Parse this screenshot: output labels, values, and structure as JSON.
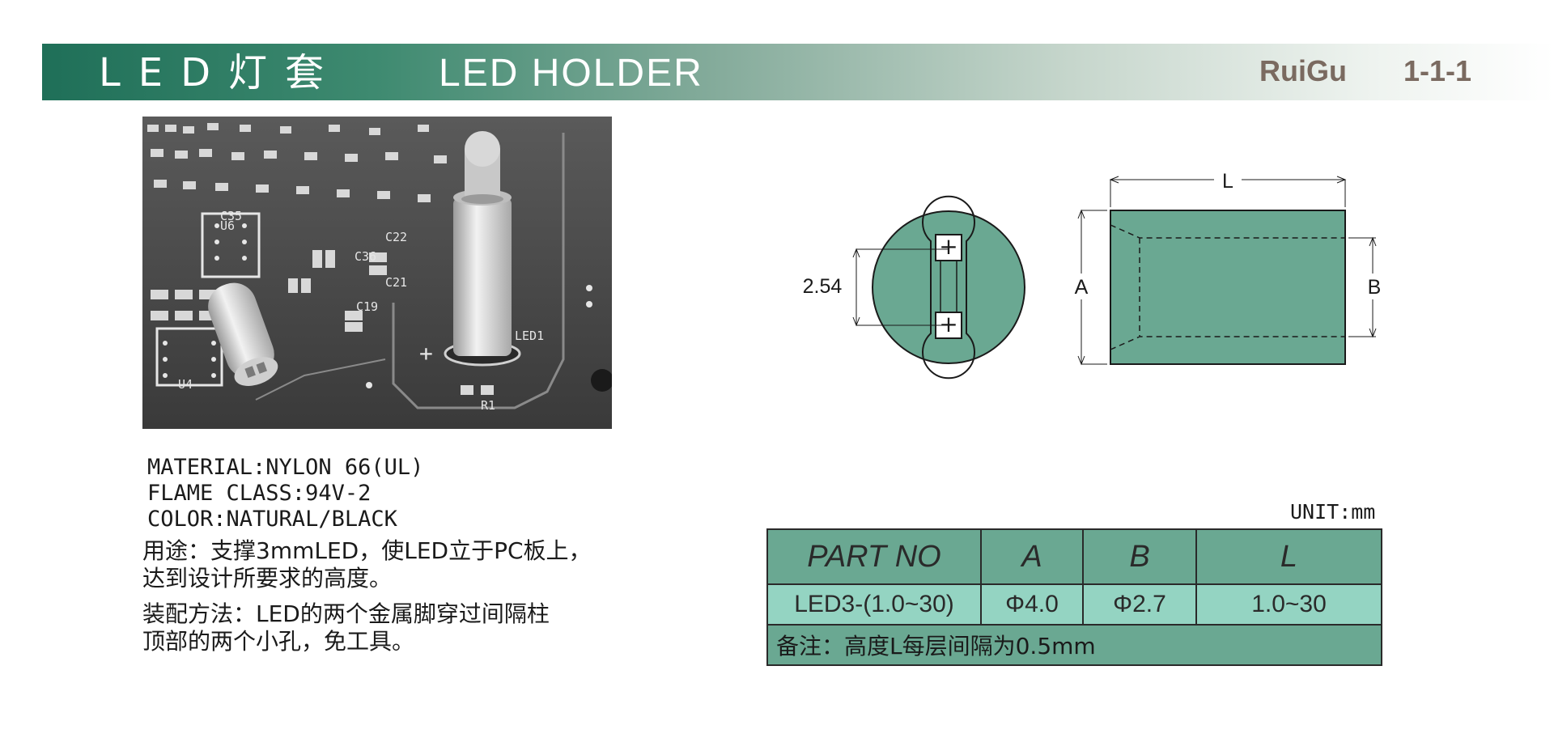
{
  "header": {
    "title_cn": "LED灯套",
    "title_en": "LED HOLDER",
    "brand": "RuiGu",
    "page_number": "1-1-1"
  },
  "photo": {
    "labels": [
      "LED1",
      "R1",
      "U4",
      "U6",
      "C35",
      "C36",
      "C21",
      "C22",
      "C19",
      "+"
    ]
  },
  "specs": {
    "material": "MATERIAL:NYLON 66(UL)",
    "flame_class": "FLAME CLASS:94V-2",
    "color": "COLOR:NATURAL/BLACK"
  },
  "usage": {
    "line1": "用途：支撑3mmLED，使LED立于PC板上，",
    "line2": "达到设计所要求的高度。"
  },
  "assembly": {
    "line1": "装配方法：LED的两个金属脚穿过间隔柱",
    "line2": "顶部的两个小孔，免工具。"
  },
  "diagram": {
    "pitch_label": "2.54",
    "dim_l": "L",
    "dim_a": "A",
    "dim_b": "B",
    "plus": "+"
  },
  "table": {
    "unit": "UNIT:mm",
    "headers": [
      "PART NO",
      "A",
      "B",
      "L"
    ],
    "row": [
      "LED3-(1.0~30)",
      "Φ4.0",
      "Φ2.7",
      "1.0~30"
    ],
    "note": "备注：高度L每层间隔为0.5mm"
  },
  "colors": {
    "header_dark": "#1f6f58",
    "diagram_fill": "#6aa892",
    "table_header": "#6aa892",
    "table_row": "#94d4c2",
    "brand": "#7a6a60"
  }
}
